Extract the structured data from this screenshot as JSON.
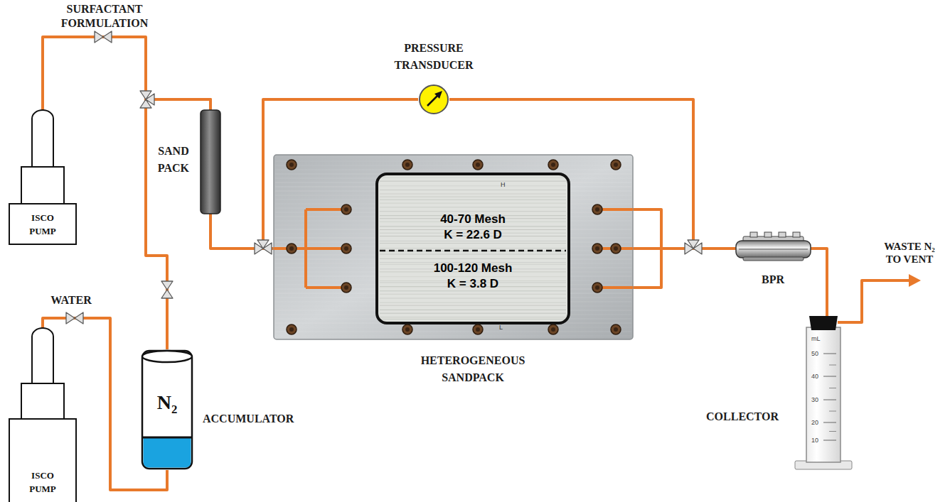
{
  "diagram": {
    "nodes": [
      {
        "text": [
          "ISCO PUMP"
        ]
      },
      {
        "text": [
          "SAND PACK"
        ]
      },
      {
        "text": [
          "ISCO PUMP"
        ]
      },
      {
        "text": [
          "N₂",
          "ACCUMULATOR"
        ]
      },
      {
        "text": [
          "PRESSURE TRANSDUCER"
        ]
      },
      {
        "text": [
          "HETEROGENEOUS SANDPACK"
        ]
      },
      {
        "text": [
          "40-70 Mesh",
          "K = 22.6 D"
        ],
        "in": 5
      },
      {
        "text": [
          "100-120 Mesh",
          "K = 3.8 D"
        ],
        "in": 5
      },
      {
        "text": [
          "BPR"
        ]
      },
      {
        "text": [
          "COLLECTOR",
          "mL",
          "50",
          "40",
          "30",
          "20",
          "10"
        ]
      }
    ],
    "edges": [
      {
        "from": 0,
        "to": 1,
        "arrow": "none"
      },
      {
        "from": 3,
        "to": 1,
        "arrow": "none"
      },
      {
        "from": 2,
        "to": 3,
        "arrow": "none"
      },
      {
        "from": 1,
        "to": 5,
        "arrow": "none"
      },
      {
        "from": 4,
        "to": 5,
        "arrow": "none"
      },
      {
        "from": 4,
        "to": 5,
        "arrow": "none"
      },
      {
        "from": 5,
        "to": 8,
        "arrow": "none"
      },
      {
        "from": 8,
        "to": 9,
        "arrow": "none"
      }
    ],
    "labels": [
      "SURFACTANT FORMULATION",
      "WATER",
      "H",
      "L",
      "WASTE N₂ TO VENT"
    ]
  }
}
